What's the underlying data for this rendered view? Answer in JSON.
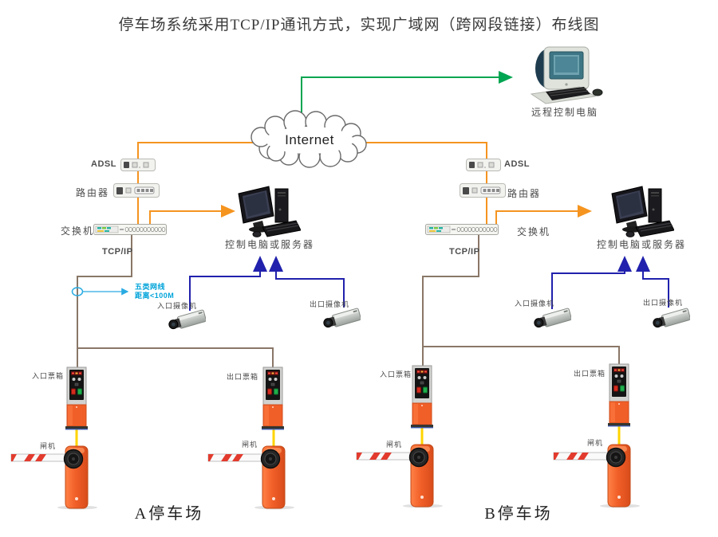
{
  "title": "停车场系统采用TCP/IP通讯方式，实现广域网（跨网段链接）布线图",
  "internet": {
    "label": "Internet"
  },
  "remote_pc": {
    "label": "远程控制电脑"
  },
  "cat5_note": {
    "line1": "五类网线",
    "line2": "距离<100M"
  },
  "colors": {
    "orange_line": "#F5941F",
    "green_line": "#00A551",
    "blue_line": "#2121AD",
    "brown_line": "#8A7768",
    "yellow_line": "#FFD400",
    "note_cyan": "#29ABE2",
    "device_orange": "#F15F28"
  },
  "sites": [
    {
      "name": "A停车场",
      "adsl": "ADSL",
      "router": "路由器",
      "switch": "交换机",
      "tcpip": "TCP/IP",
      "server": "控制电脑或服务器",
      "entry_camera": "入口摄像机",
      "exit_camera": "出口摄像机",
      "entry_ticket_box": "入口票箱",
      "exit_ticket_box": "出口票箱",
      "entry_gate": "闸机",
      "exit_gate": "闸机"
    },
    {
      "name": "B停车场",
      "adsl": "ADSL",
      "router": "路由器",
      "switch": "交换机",
      "tcpip": "TCP/IP",
      "server": "控制电脑或服务器",
      "entry_camera": "入口摄像机",
      "exit_camera": "出口摄像机",
      "entry_ticket_box": "入口票箱",
      "exit_ticket_box": "出口票箱",
      "entry_gate": "闸机",
      "exit_gate": "闸机"
    }
  ]
}
